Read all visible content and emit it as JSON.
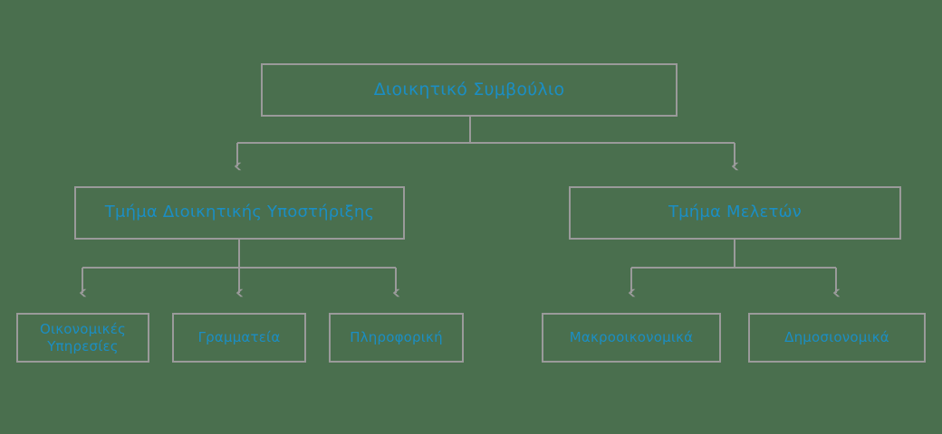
{
  "diagram": {
    "type": "organizational-chart",
    "title": "Διοικητικό Συμβούλιο",
    "colors": {
      "background": "#4a6f4e",
      "node_border": "#9a9a9a",
      "node_text": "#1b8ec4",
      "connector": "#9a9a9a"
    },
    "nodes": {
      "root": {
        "label": "Διοικητικό Συμβούλιο"
      },
      "level1": [
        {
          "label": "Τμήμα Διοικητικής Υποστήριξης"
        },
        {
          "label": "Τμήμα Μελετών"
        }
      ],
      "level2_left": [
        {
          "label": "Οικονομικές\nΥπηρεσίες"
        },
        {
          "label": "Γραμματεία"
        },
        {
          "label": "Πληροφορική"
        }
      ],
      "level2_right": [
        {
          "label": "Μακροοικονομικά"
        },
        {
          "label": "Δημοσιονομικά"
        }
      ]
    }
  }
}
